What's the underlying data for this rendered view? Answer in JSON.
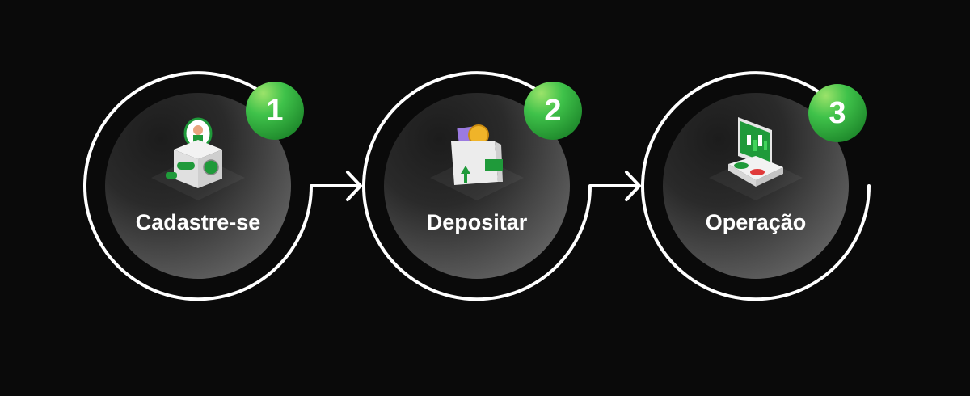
{
  "steps": [
    {
      "number": "1",
      "label": "Cadastre-se",
      "icon": "signup-box-icon"
    },
    {
      "number": "2",
      "label": "Depositar",
      "icon": "wallet-deposit-icon"
    },
    {
      "number": "3",
      "label": "Operação",
      "icon": "trading-terminal-icon"
    }
  ],
  "colors": {
    "background": "#0a0a0a",
    "accent": "#3fc24a",
    "ring": "#ffffff"
  }
}
